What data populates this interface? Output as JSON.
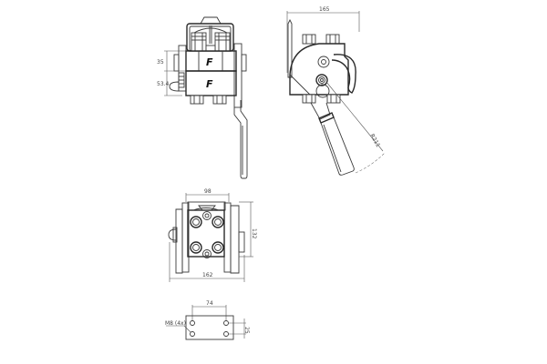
{
  "drawing": {
    "side_view": {
      "block_labels": [
        "F",
        "F"
      ],
      "dimensions": {
        "upper_height": "35",
        "lower_height": "53.4"
      }
    },
    "lever_view": {
      "dimensions": {
        "width": "165",
        "radius": "R211"
      }
    },
    "front_view": {
      "dimensions": {
        "inner_width": "98",
        "height": "132",
        "overall_width": "162"
      }
    },
    "mounting_view": {
      "dimensions": {
        "hole_spacing_x": "74",
        "hole_spacing_y": "25",
        "bolt": "M8 (4x)"
      }
    }
  },
  "colors": {
    "line": "#3a3a3a",
    "background": "#ffffff"
  }
}
